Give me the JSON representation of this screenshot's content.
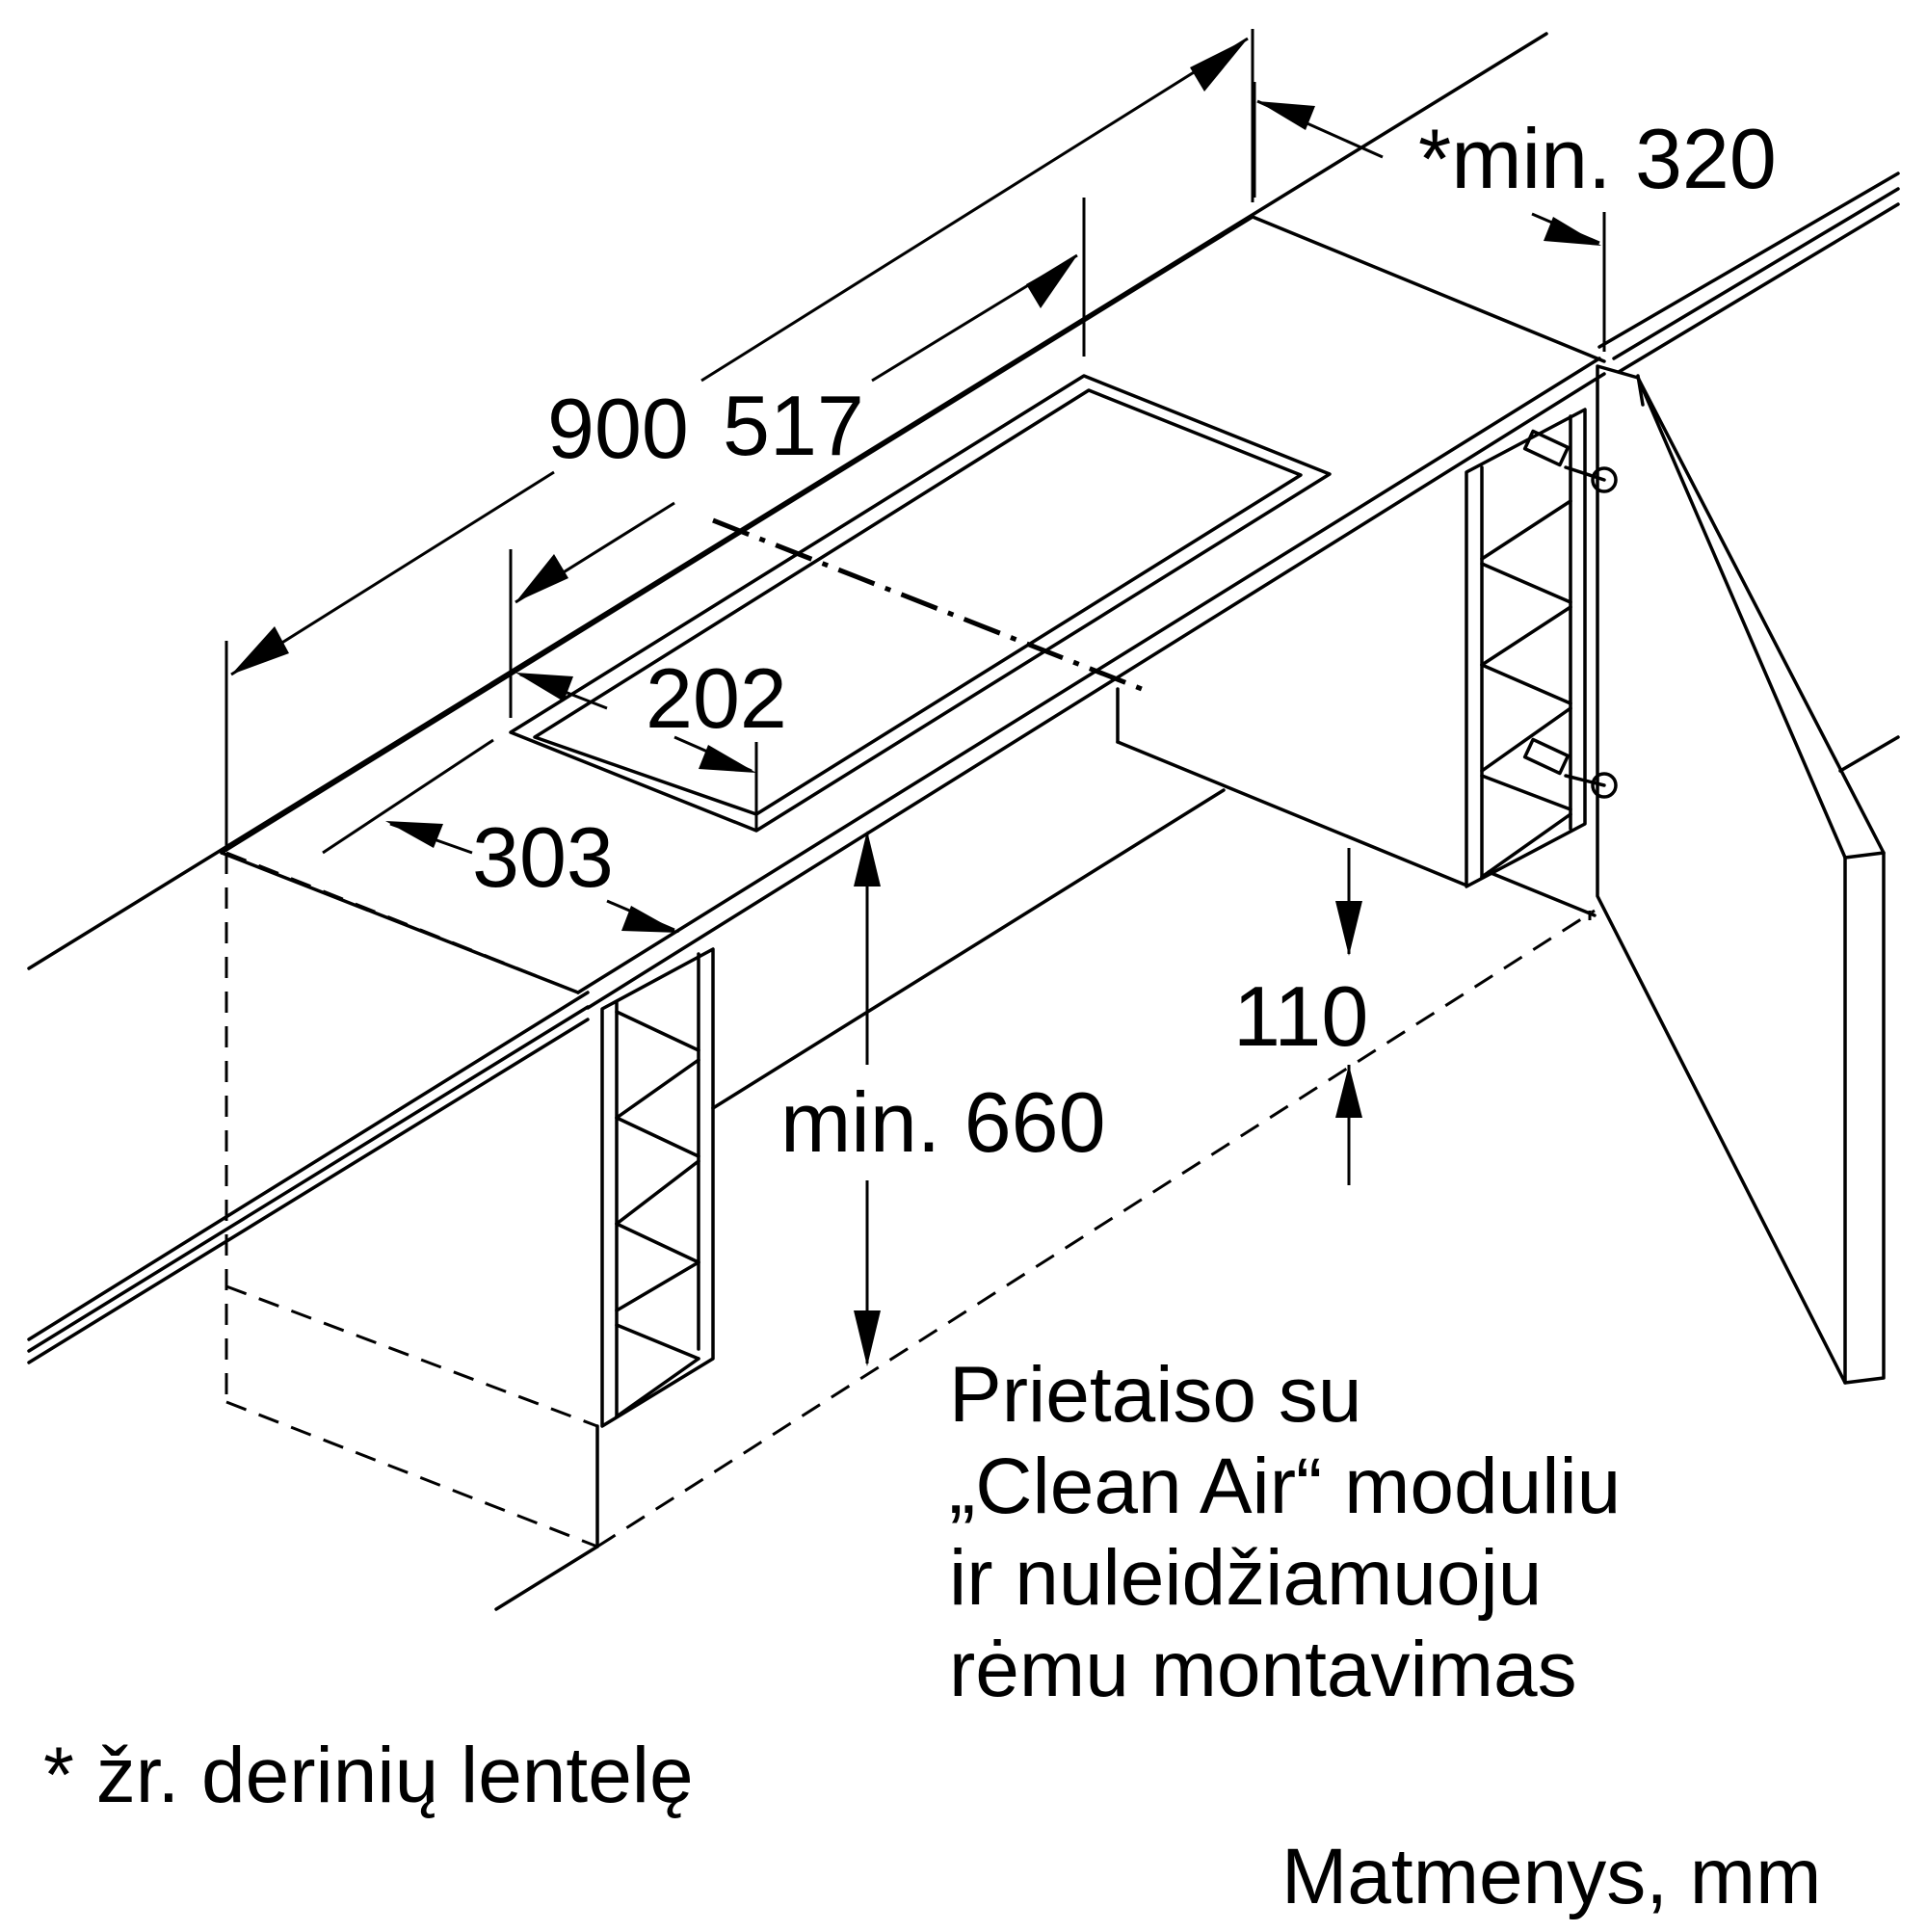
{
  "dimensions": {
    "width_900": "900",
    "width_517": "517",
    "min_320": "*min. 320",
    "depth_202": "202",
    "depth_303": "303",
    "height_min_660": "min. 660",
    "gap_110": "110"
  },
  "description_lines": [
    "Prietaiso su",
    "„Clean Air“ moduliu",
    "ir nuleidžiamuoju",
    "rėmu montavimas"
  ],
  "footnote": "* žr. derinių lentelę",
  "units_note": "Matmenys, mm"
}
